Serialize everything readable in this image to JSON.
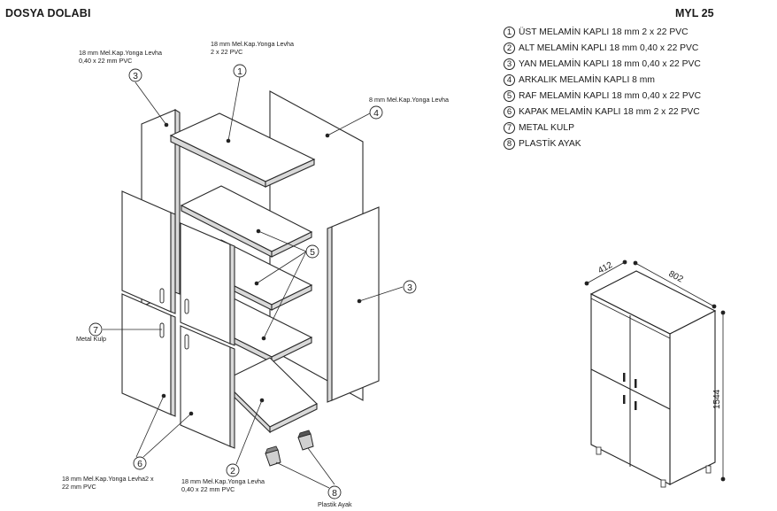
{
  "header": {
    "title": "DOSYA DOLABI",
    "model": "MYL 25"
  },
  "legend": [
    {
      "num": "1",
      "text": "ÜST MELAMİN KAPLI 18 mm  2 x 22 PVC"
    },
    {
      "num": "2",
      "text": "ALT MELAMİN KAPLI 18 mm  0,40 x 22 PVC"
    },
    {
      "num": "3",
      "text": "YAN MELAMİN KAPLI 18 mm  0,40 x 22 PVC"
    },
    {
      "num": "4",
      "text": "ARKALIK MELAMİN KAPLI 8 mm"
    },
    {
      "num": "5",
      "text": "RAF MELAMİN KAPLI 18 mm  0,40 x 22 PVC"
    },
    {
      "num": "6",
      "text": "KAPAK MELAMİN KAPLI 18 mm  2 x 22 PVC"
    },
    {
      "num": "7",
      "text": "METAL KULP"
    },
    {
      "num": "8",
      "text": "PLASTİK AYAK"
    }
  ],
  "callouts": {
    "c1": "1",
    "c2": "2",
    "c3a": "3",
    "c3b": "3",
    "c4": "4",
    "c5": "5",
    "c6": "6",
    "c7": "7",
    "c8": "8"
  },
  "notes": {
    "side_left_1": "18 mm Mel.Kap.Yonga Levha",
    "side_left_2": "0,40 x 22 mm PVC",
    "top_1": "18 mm Mel.Kap.Yonga Levha",
    "top_2": "2 x 22 PVC",
    "back": "8 mm Mel.Kap.Yonga Levha",
    "handle": "Metal Kulp",
    "door_1": "18 mm Mel.Kap.Yonga Levha2 x",
    "door_2": "22 mm PVC",
    "bottom_1": "18 mm Mel.Kap.Yonga Levha",
    "bottom_2": "0,40 x 22 mm PVC",
    "feet": "Plastik Ayak"
  },
  "dimensions": {
    "depth": "412",
    "width": "802",
    "height": "1544"
  }
}
